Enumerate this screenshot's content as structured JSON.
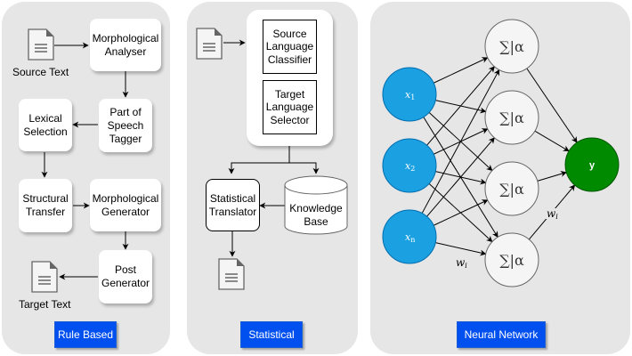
{
  "panels": {
    "rule_based": {
      "badge": "Rule Based",
      "source_label": "Source Text",
      "target_label": "Target Text",
      "steps": {
        "morph_analyser": "Morphological\nAnalyser",
        "pos_tagger": "Part of\nSpeech\nTagger",
        "lexical_selection": "Lexical\nSelection",
        "structural_transfer": "Structural\nTransfer",
        "morph_generator": "Morphological\nGenerator",
        "post_generator": "Post\nGenerator"
      }
    },
    "statistical": {
      "badge": "Statistical",
      "source_classifier": "Source\nLanguage\nClassifier",
      "target_selector": "Target\nLanguage\nSelector",
      "translator": "Statistical\nTranslator",
      "knowledge_base": "Knowledge\nBase"
    },
    "neural": {
      "badge": "Neural Network",
      "inputs": [
        "x1",
        "x2",
        "xn"
      ],
      "input_subscripts": [
        "1",
        "2",
        "n"
      ],
      "hidden_label": "∑|α",
      "hidden_count": 4,
      "output_label": "y",
      "weight_label": "w",
      "weight_subscript": "i",
      "colors": {
        "input": "#1ba1e2",
        "input_stroke": "#006eaf",
        "hidden": "#f5f5f5",
        "hidden_stroke": "#666666",
        "output": "#008a00",
        "output_stroke": "#005700"
      }
    }
  },
  "colors": {
    "panel_bg": "#e6e6e6",
    "badge_bg": "#0050ef"
  }
}
